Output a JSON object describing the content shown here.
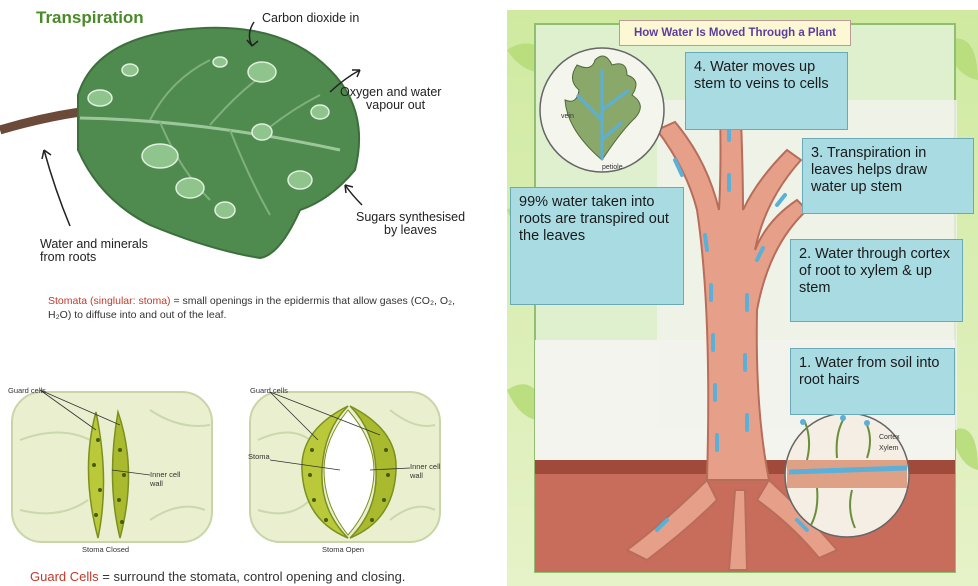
{
  "left": {
    "title": "Transpiration",
    "labels": {
      "co2_in": "Carbon dioxide in",
      "oxygen_out_1": "Oxygen and water",
      "oxygen_out_2": "vapour out",
      "sugars_1": "Sugars synthesised",
      "sugars_2": "by leaves",
      "water_1": "Water and minerals",
      "water_2": "from roots"
    },
    "stomata_def": {
      "term": "Stomata (singlular: stoma)",
      "text": " = small openings in the epidermis that allow gases (CO₂, O₂, H₂O) to diffuse into and out of the leaf."
    },
    "stoma_closed": {
      "guard_cells": "Guard cells",
      "inner_wall_1": "Inner cell",
      "inner_wall_2": "wall",
      "caption": "Stoma Closed"
    },
    "stoma_open": {
      "guard_cells": "Guard cells",
      "stoma": "Stoma",
      "inner_wall_1": "Inner cell",
      "inner_wall_2": "wall",
      "caption": "Stoma Open"
    },
    "guard_cells_def": {
      "term": "Guard Cells",
      "text": " = surround the stomata, control opening and closing."
    }
  },
  "right": {
    "title": "How Water Is Moved Through a Plant",
    "steps": [
      "4. Water moves up stem to veins to cells",
      "3. Transpiration in leaves helps draw water up stem",
      "99% water taken into roots are transpired out the leaves",
      "2. Water through cortex of root to xylem & up stem",
      "1. Water from soil into root hairs"
    ],
    "inset_labels": {
      "petiole": "petiole",
      "vein": "vein",
      "cortex": "Cortex",
      "xylem": "Xylem"
    }
  },
  "colors": {
    "title_green": "#4a8a2a",
    "term_red": "#c0392b",
    "box_blue": "#a9dbe3",
    "leaf_green": "#4f8a4e",
    "guard_cell_green": "#b9c93a"
  }
}
